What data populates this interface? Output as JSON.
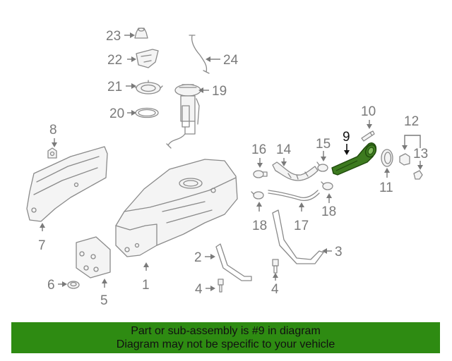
{
  "callouts": {
    "c1": "1",
    "c2": "2",
    "c3": "3",
    "c4a": "4",
    "c4b": "4",
    "c5": "5",
    "c6": "6",
    "c7": "7",
    "c8": "8",
    "c9": "9",
    "c10": "10",
    "c11": "11",
    "c12": "12",
    "c13": "13",
    "c14": "14",
    "c15": "15",
    "c16": "16",
    "c17": "17",
    "c18a": "18",
    "c18b": "18",
    "c19": "19",
    "c20": "20",
    "c21": "21",
    "c22": "22",
    "c23": "23",
    "c24": "24"
  },
  "highlight": {
    "part_number": "9",
    "color": "#2e8b12"
  },
  "banner": {
    "line1": "Part or sub-assembly is #9 in diagram",
    "line2": "Diagram may not be specific to your vehicle"
  }
}
